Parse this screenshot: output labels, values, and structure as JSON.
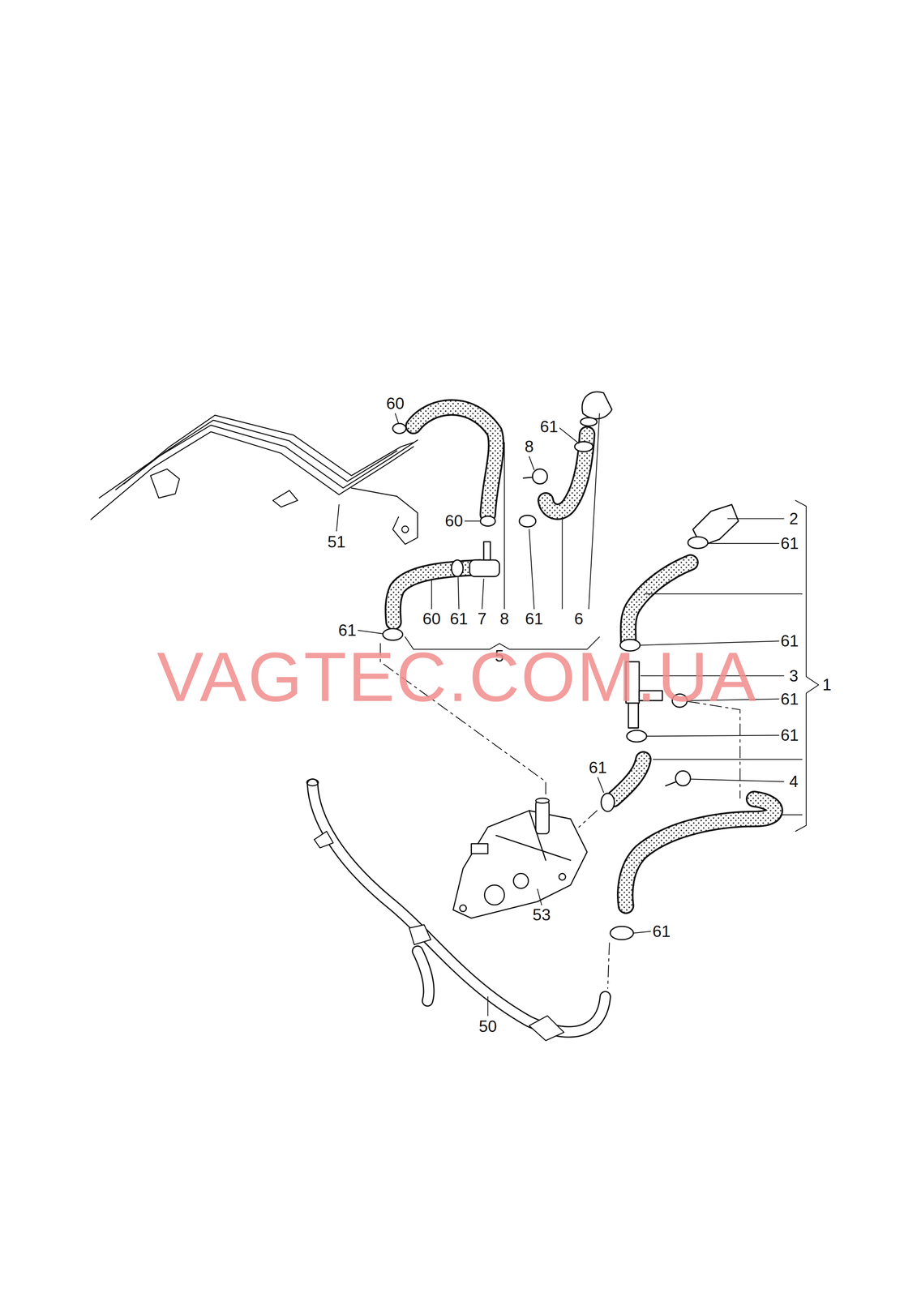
{
  "diagram": {
    "labels": [
      "60",
      "8",
      "61",
      "51",
      "60",
      "2",
      "61",
      "60",
      "61",
      "7",
      "8",
      "61",
      "6",
      "5",
      "61",
      "61",
      "3",
      "1",
      "61",
      "61",
      "61",
      "4",
      "53",
      "61",
      "50",
      "VAGTEC.COM.UA"
    ]
  }
}
